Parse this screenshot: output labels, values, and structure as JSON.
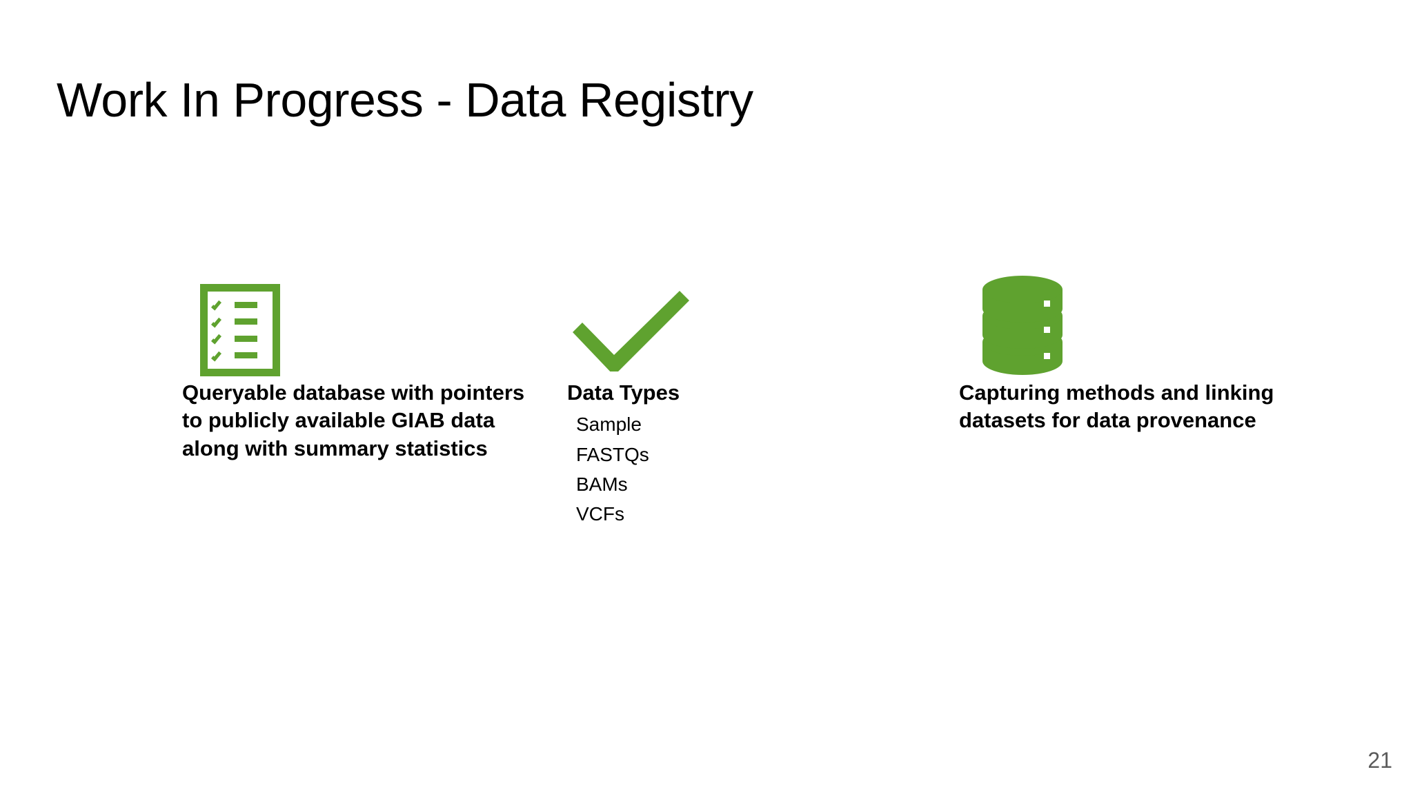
{
  "slide": {
    "title": "Work In Progress - Data Registry",
    "page_number": "21",
    "accent_color": "#5FA22F",
    "background_color": "#FFFFFF",
    "text_color": "#000000",
    "page_number_color": "#5A5A5A"
  },
  "columns": [
    {
      "icon": "checklist-icon",
      "heading": "Queryable database with pointers to publicly available GIAB data along with summary statistics"
    },
    {
      "icon": "checkmark-icon",
      "heading": "Data Types",
      "items": [
        "Sample",
        "FASTQs",
        "BAMs",
        "VCFs"
      ]
    },
    {
      "icon": "database-icon",
      "heading": "Capturing methods and linking datasets for data provenance"
    }
  ]
}
